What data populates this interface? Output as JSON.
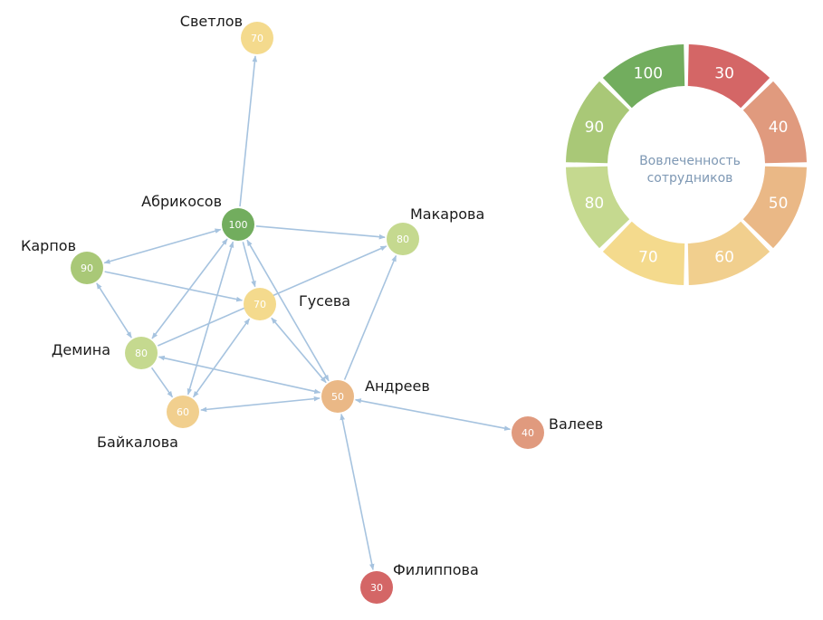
{
  "colors": {
    "edge": "#a6c3df",
    "30": "#d46666",
    "40": "#e09a7e",
    "50": "#eab886",
    "60": "#f1cf8e",
    "70": "#f4da8d",
    "80": "#c5d98f",
    "90": "#a9c877",
    "100": "#72ad5e"
  },
  "legend": {
    "title_line1": "Вовлеченность",
    "title_line2": "сотрудников",
    "segments": [
      {
        "label": "30",
        "value": 30
      },
      {
        "label": "40",
        "value": 40
      },
      {
        "label": "50",
        "value": 50
      },
      {
        "label": "60",
        "value": 60
      },
      {
        "label": "70",
        "value": 70
      },
      {
        "label": "80",
        "value": 80
      },
      {
        "label": "90",
        "value": 90
      },
      {
        "label": "100",
        "value": 100
      }
    ]
  },
  "nodes": [
    {
      "id": "svetlov",
      "name": "Светлов",
      "score": 70,
      "value": "70"
    },
    {
      "id": "abrikosov",
      "name": "Абрикосов",
      "score": 100,
      "value": "100"
    },
    {
      "id": "makarova",
      "name": "Макарова",
      "score": 80,
      "value": "80"
    },
    {
      "id": "karpov",
      "name": "Карпов",
      "score": 90,
      "value": "90"
    },
    {
      "id": "guseva",
      "name": "Гусева",
      "score": 70,
      "value": "70"
    },
    {
      "id": "demina",
      "name": "Демина",
      "score": 80,
      "value": "80"
    },
    {
      "id": "andreev",
      "name": "Андреев",
      "score": 50,
      "value": "50"
    },
    {
      "id": "baikalova",
      "name": "Байкалова",
      "score": 60,
      "value": "60"
    },
    {
      "id": "valeev",
      "name": "Валеев",
      "score": 40,
      "value": "40"
    },
    {
      "id": "filippova",
      "name": "Филиппова",
      "score": 30,
      "value": "30"
    }
  ],
  "edges": [
    {
      "from": "abrikosov",
      "to": "svetlov",
      "type": "one-way"
    },
    {
      "from": "abrikosov",
      "to": "makarova",
      "type": "one-way"
    },
    {
      "from": "abrikosov",
      "to": "karpov",
      "type": "both"
    },
    {
      "from": "abrikosov",
      "to": "guseva",
      "type": "one-way"
    },
    {
      "from": "abrikosov",
      "to": "demina",
      "type": "both"
    },
    {
      "from": "abrikosov",
      "to": "baikalova",
      "type": "both"
    },
    {
      "from": "abrikosov",
      "to": "andreev",
      "type": "both"
    },
    {
      "from": "karpov",
      "to": "guseva",
      "type": "one-way"
    },
    {
      "from": "karpov",
      "to": "demina",
      "type": "both"
    },
    {
      "from": "demina",
      "to": "makarova",
      "type": "one-way"
    },
    {
      "from": "demina",
      "to": "baikalova",
      "type": "one-way"
    },
    {
      "from": "demina",
      "to": "andreev",
      "type": "both"
    },
    {
      "from": "baikalova",
      "to": "guseva",
      "type": "both"
    },
    {
      "from": "baikalova",
      "to": "andreev",
      "type": "both"
    },
    {
      "from": "guseva",
      "to": "andreev",
      "type": "both"
    },
    {
      "from": "andreev",
      "to": "makarova",
      "type": "one-way"
    },
    {
      "from": "andreev",
      "to": "valeev",
      "type": "both"
    },
    {
      "from": "andreev",
      "to": "filippova",
      "type": "both"
    }
  ]
}
